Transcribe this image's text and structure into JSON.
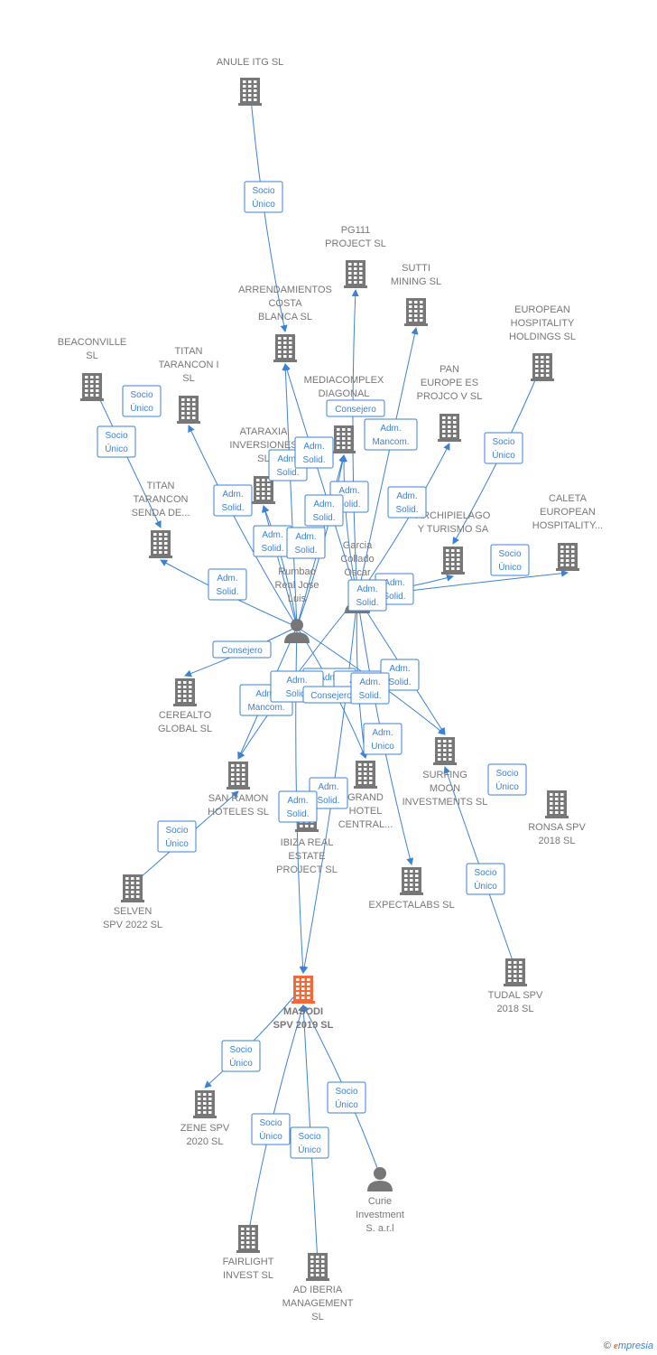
{
  "colors": {
    "edge": "#3b82d6",
    "node": "#777777",
    "focus": "#f26a3a",
    "label": "#777777"
  },
  "brand": {
    "copyright": "©",
    "initial": "e",
    "rest": "mpresia"
  },
  "nodes": [
    {
      "id": "anule",
      "type": "company",
      "lines": [
        "ANULE ITG  SL"
      ]
    },
    {
      "id": "pg111",
      "type": "company",
      "lines": [
        "PG111",
        "PROJECT  SL"
      ]
    },
    {
      "id": "sutti",
      "type": "company",
      "lines": [
        "SUTTI",
        "MINING SL"
      ]
    },
    {
      "id": "arrend",
      "type": "company",
      "lines": [
        "ARRENDAMIENTOS",
        "COSTA",
        "BLANCA SL"
      ]
    },
    {
      "id": "eurohosp",
      "type": "company",
      "lines": [
        "EUROPEAN",
        "HOSPITALITY",
        "HOLDINGS  SL"
      ]
    },
    {
      "id": "beaconville",
      "type": "company",
      "lines": [
        "BEACONVILLE",
        "SL"
      ]
    },
    {
      "id": "titan1",
      "type": "company",
      "lines": [
        "TITAN",
        "TARANCON I",
        "SL"
      ]
    },
    {
      "id": "mediacomplex",
      "type": "company",
      "lines": [
        "MEDIACOMPLEX",
        "DIAGONAL"
      ]
    },
    {
      "id": "pan",
      "type": "company",
      "lines": [
        "PAN",
        "EUROPE ES",
        "PROJCO V SL"
      ]
    },
    {
      "id": "ataraxia",
      "type": "company",
      "lines": [
        "ATARAXIA",
        "INVERSIONES",
        "SL"
      ]
    },
    {
      "id": "titansenda",
      "type": "company",
      "lines": [
        "TITAN",
        "TARANCON",
        "SENDA DE..."
      ]
    },
    {
      "id": "archipielago",
      "type": "company",
      "lines": [
        "ARCHIPIELAGO",
        "Y TURISMO SA"
      ]
    },
    {
      "id": "caleta",
      "type": "company",
      "lines": [
        "CALETA",
        "EUROPEAN",
        "HOSPITALITY..."
      ]
    },
    {
      "id": "rumbao",
      "type": "person",
      "lines": [
        "Rumbao",
        "Real Jose",
        "Luis"
      ]
    },
    {
      "id": "garcia",
      "type": "person",
      "lines": [
        "Garcia",
        "Collado",
        "Oscar"
      ]
    },
    {
      "id": "cerealto",
      "type": "company",
      "lines": [
        "CEREALTO",
        "GLOBAL  SL"
      ]
    },
    {
      "id": "sanramon",
      "type": "company",
      "lines": [
        "SAN RAMON",
        "HOTELES SL"
      ]
    },
    {
      "id": "grandhotel",
      "type": "company",
      "lines": [
        "GRAND",
        "HOTEL",
        "CENTRAL..."
      ]
    },
    {
      "id": "surfing",
      "type": "company",
      "lines": [
        "SURFING",
        "MOON",
        "INVESTMENTS SL"
      ]
    },
    {
      "id": "ronsa",
      "type": "company",
      "lines": [
        "RONSA SPV",
        "2018  SL"
      ]
    },
    {
      "id": "ibiza",
      "type": "company",
      "lines": [
        "IBIZA REAL",
        "ESTATE",
        "PROJECT  SL"
      ]
    },
    {
      "id": "selven",
      "type": "company",
      "lines": [
        "SELVEN",
        "SPV 2022  SL"
      ]
    },
    {
      "id": "expectalabs",
      "type": "company",
      "lines": [
        "EXPECTALABS SL"
      ]
    },
    {
      "id": "tudal",
      "type": "company",
      "lines": [
        "TUDAL SPV",
        "2018  SL"
      ]
    },
    {
      "id": "masodi",
      "type": "focus",
      "lines": [
        "MASODI",
        "SPV 2019  SL"
      ]
    },
    {
      "id": "zene",
      "type": "company",
      "lines": [
        "ZENE SPV",
        "2020  SL"
      ]
    },
    {
      "id": "curie",
      "type": "person",
      "lines": [
        "Curie",
        "Investment",
        "S. a.r.l"
      ]
    },
    {
      "id": "fairlight",
      "type": "company",
      "lines": [
        "FAIRLIGHT",
        "INVEST  SL"
      ]
    },
    {
      "id": "adiberia",
      "type": "company",
      "lines": [
        "AD IBERIA",
        "MANAGEMENT",
        "SL"
      ]
    }
  ],
  "relations": [
    {
      "lines": [
        "Socio",
        "Único"
      ]
    },
    {
      "lines": [
        "Socio",
        "Único"
      ]
    },
    {
      "lines": [
        "Socio",
        "Único"
      ]
    },
    {
      "lines": [
        "Consejero"
      ]
    },
    {
      "lines": [
        "Adm.",
        "Mancom."
      ]
    },
    {
      "lines": [
        "Adm.",
        "Solid."
      ]
    },
    {
      "lines": [
        "Adm.",
        "Solid."
      ]
    },
    {
      "lines": [
        "Adm.",
        "Solid."
      ]
    },
    {
      "lines": [
        "Adm.",
        "Solid."
      ]
    },
    {
      "lines": [
        "Socio",
        "Único"
      ]
    },
    {
      "lines": [
        "Adm.",
        "Solid."
      ]
    },
    {
      "lines": [
        "Adm.",
        "Solid."
      ]
    },
    {
      "lines": [
        "Adm.",
        "Solid."
      ]
    },
    {
      "lines": [
        "Adm.",
        "Solid."
      ]
    },
    {
      "lines": [
        "Adm.",
        "Solid."
      ]
    },
    {
      "lines": [
        "Socio",
        "Único"
      ]
    },
    {
      "lines": [
        "Adm.",
        "Solid."
      ]
    },
    {
      "lines": [
        "Adm.",
        "Solid."
      ]
    },
    {
      "lines": [
        "Adm.",
        "Solid."
      ]
    },
    {
      "lines": [
        "Consejero"
      ]
    },
    {
      "lines": [
        "Adm.",
        "Mancom."
      ]
    },
    {
      "lines": [
        "Adm.",
        "Solid."
      ]
    },
    {
      "lines": [
        "Adm.",
        "Solid."
      ]
    },
    {
      "lines": [
        "Consejero"
      ]
    },
    {
      "lines": [
        "Adm.",
        "Solid."
      ]
    },
    {
      "lines": [
        "Adm.",
        "Solid."
      ]
    },
    {
      "lines": [
        "Adm.",
        "Unico"
      ]
    },
    {
      "lines": [
        "Socio",
        "Único"
      ]
    },
    {
      "lines": [
        "Adm.",
        "Solid."
      ]
    },
    {
      "lines": [
        "Adm.",
        "Solid."
      ]
    },
    {
      "lines": [
        "Socio",
        "Único"
      ]
    },
    {
      "lines": [
        "Socio",
        "Único"
      ]
    },
    {
      "lines": [
        "Socio",
        "Único"
      ]
    },
    {
      "lines": [
        "Socio",
        "Único"
      ]
    },
    {
      "lines": [
        "Socio",
        "Único"
      ]
    },
    {
      "lines": [
        "Socio",
        "Único"
      ]
    }
  ]
}
